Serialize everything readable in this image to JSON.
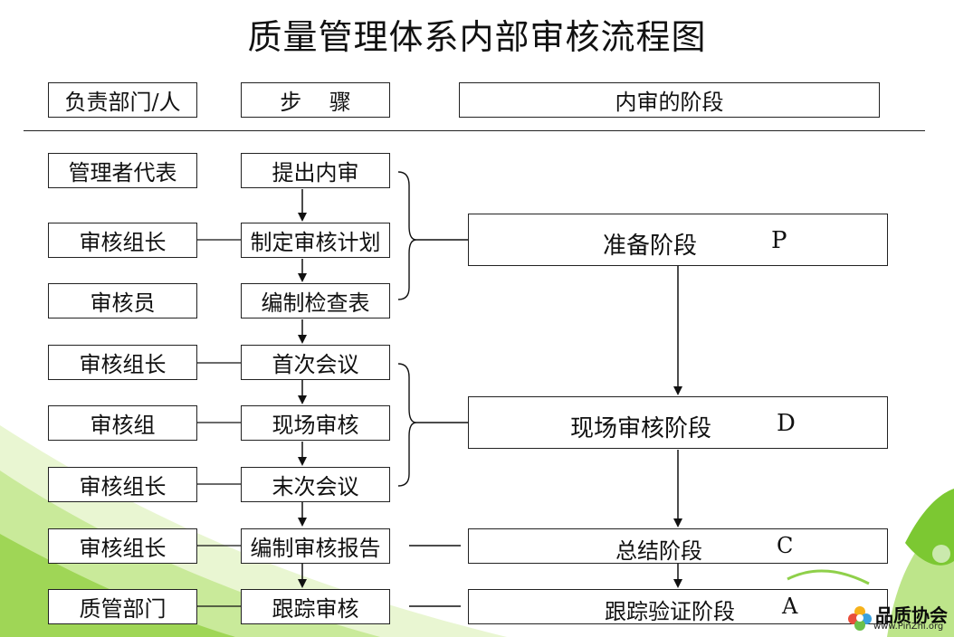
{
  "title": "质量管理体系内部审核流程图",
  "headers": {
    "dept": "负责部门/人",
    "step": "步    骤",
    "stage": "内审的阶段"
  },
  "rows": [
    {
      "dept": "管理者代表",
      "step": "提出内审"
    },
    {
      "dept": "审核组长",
      "step": "制定审核计划"
    },
    {
      "dept": "审核员",
      "step": "编制检查表"
    },
    {
      "dept": "审核组长",
      "step": "首次会议"
    },
    {
      "dept": "审核组",
      "step": "现场审核"
    },
    {
      "dept": "审核组长",
      "step": "末次会议"
    },
    {
      "dept": "审核组长",
      "step": "编制审核报告"
    },
    {
      "dept": "质管部门",
      "step": "跟踪审核"
    }
  ],
  "stages": [
    {
      "name": "准备阶段",
      "code": "P"
    },
    {
      "name": "现场审核阶段",
      "code": "D"
    },
    {
      "name": "总结阶段",
      "code": "C"
    },
    {
      "name": "跟踪验证阶段",
      "code": "A"
    }
  ],
  "logo": {
    "name": "品质协会",
    "url": "www.PinZhi.org"
  },
  "colors": {
    "leaf_green": "#7cc832",
    "leaf_light": "#d9f0b0",
    "line": "#222222"
  }
}
